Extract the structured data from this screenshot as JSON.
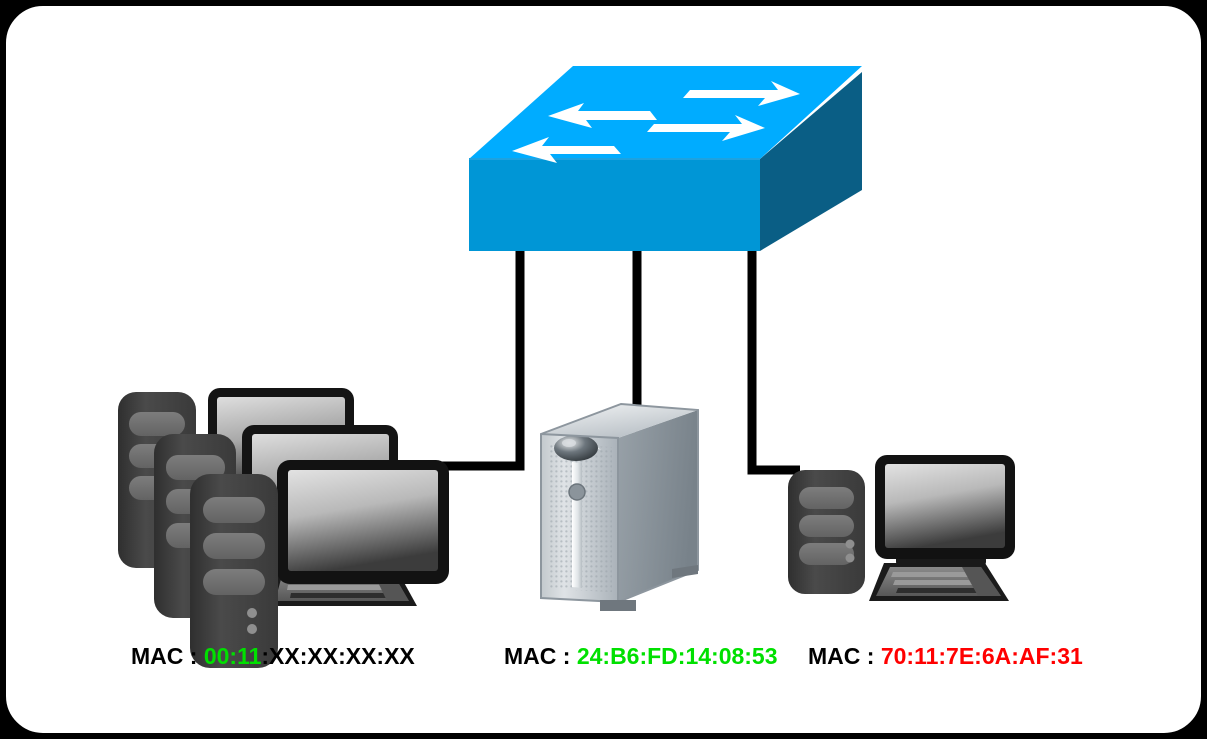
{
  "diagram": {
    "title": "Ethernet switch MAC address learning topology",
    "background_color": "#FFFFFF",
    "frame_border_color": "#000000",
    "outside_color": "#000000"
  },
  "colors": {
    "switch_top": "#00ACFF",
    "switch_front": "#0096D6",
    "switch_side": "#0A5E85",
    "switch_arrow": "#FFFFFF",
    "cable": "#000000",
    "pc_body_dark": "#3A3A3A",
    "pc_body_mid": "#6E6E6E",
    "screen_light": "#DCDCDC",
    "screen_dark": "#3E3E3E",
    "server_light": "#E3E6E9",
    "server_mid": "#8D969E",
    "mac_green": "#00E000",
    "mac_red": "#FF0000",
    "mac_black": "#000000"
  },
  "nodes": {
    "switch": {
      "name": "Ethernet Switch",
      "icon": "switch-icon",
      "port_count": 3
    },
    "left_group": {
      "name": "Workstation cluster",
      "icon": "desktop-computers-icon",
      "computer_count": 3
    },
    "server": {
      "name": "Server tower",
      "icon": "server-tower-icon"
    },
    "right_pc": {
      "name": "Desktop computer",
      "icon": "desktop-computer-icon"
    }
  },
  "links": [
    {
      "from": "switch",
      "to": "left_group",
      "port": 1
    },
    {
      "from": "switch",
      "to": "server",
      "port": 2
    },
    {
      "from": "switch",
      "to": "right_pc",
      "port": 3
    }
  ],
  "mac_labels": {
    "left": {
      "prefix": "MAC : ",
      "highlight": "00:11",
      "highlight_color": "#00E000",
      "suffix": ":XX:XX:XX:XX",
      "suffix_color": "#000000",
      "full": "MAC : 00:11:XX:XX:XX:XX"
    },
    "center": {
      "prefix": "MAC : ",
      "highlight": "24:B6:FD:14:08:53",
      "highlight_color": "#00E000",
      "suffix": "",
      "suffix_color": "#000000",
      "full": "MAC : 24:B6:FD:14:08:53"
    },
    "right": {
      "prefix": "MAC : ",
      "highlight": "70:11:7E:6A:AF:31",
      "highlight_color": "#FF0000",
      "suffix": "",
      "suffix_color": "#000000",
      "full": "MAC : 70:11:7E:6A:AF:31"
    }
  }
}
